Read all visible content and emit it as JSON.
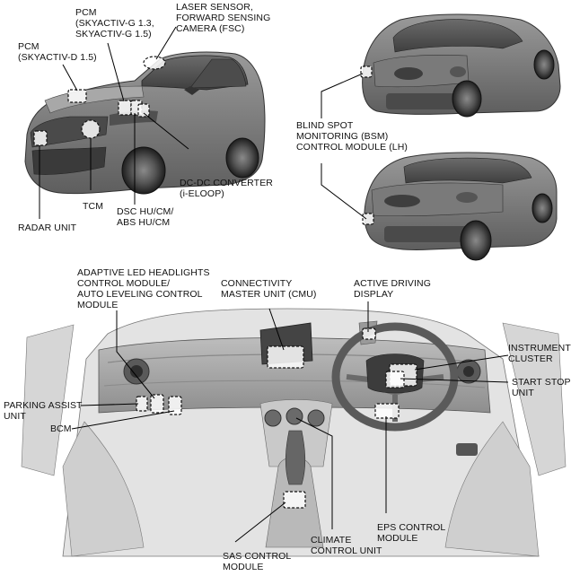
{
  "labels": {
    "pcm_skyactiv_g": [
      "PCM",
      "(SKYACTIV-G 1.3,",
      "SKYACTIV-G 1.5)"
    ],
    "pcm_skyactiv_d": [
      "PCM",
      "(SKYACTIV-D 1.5)"
    ],
    "laser_sensor": [
      "LASER SENSOR,",
      "FORWARD SENSING",
      "CAMERA (FSC)"
    ],
    "blind_spot": [
      "BLIND SPOT",
      "MONITORING (BSM)",
      "CONTROL MODULE (LH)"
    ],
    "dc_dc": [
      "DC-DC CONVERTER",
      "(i-ELOOP)"
    ],
    "tcm": [
      "TCM"
    ],
    "dsc": [
      "DSC HU/CM/",
      "ABS  HU/CM"
    ],
    "radar": [
      "RADAR UNIT"
    ],
    "adaptive_led": [
      "ADAPTIVE LED HEADLIGHTS",
      "CONTROL MODULE/",
      "AUTO LEVELING CONTROL",
      "MODULE"
    ],
    "connectivity": [
      "CONNECTIVITY",
      "MASTER UNIT (CMU)"
    ],
    "active_driving": [
      "ACTIVE DRIVING",
      "DISPLAY"
    ],
    "instrument": [
      "INSTRUMENT",
      "CLUSTER"
    ],
    "start_stop": [
      "START STOP",
      "UNIT"
    ],
    "parking_assist": [
      "PARKING ASSIST",
      "UNIT"
    ],
    "bcm": [
      "BCM"
    ],
    "eps": [
      "EPS CONTROL",
      "MODULE"
    ],
    "climate": [
      "CLIMATE",
      "CONTROL UNIT"
    ],
    "sas": [
      "SAS CONTROL",
      "MODULE"
    ]
  }
}
